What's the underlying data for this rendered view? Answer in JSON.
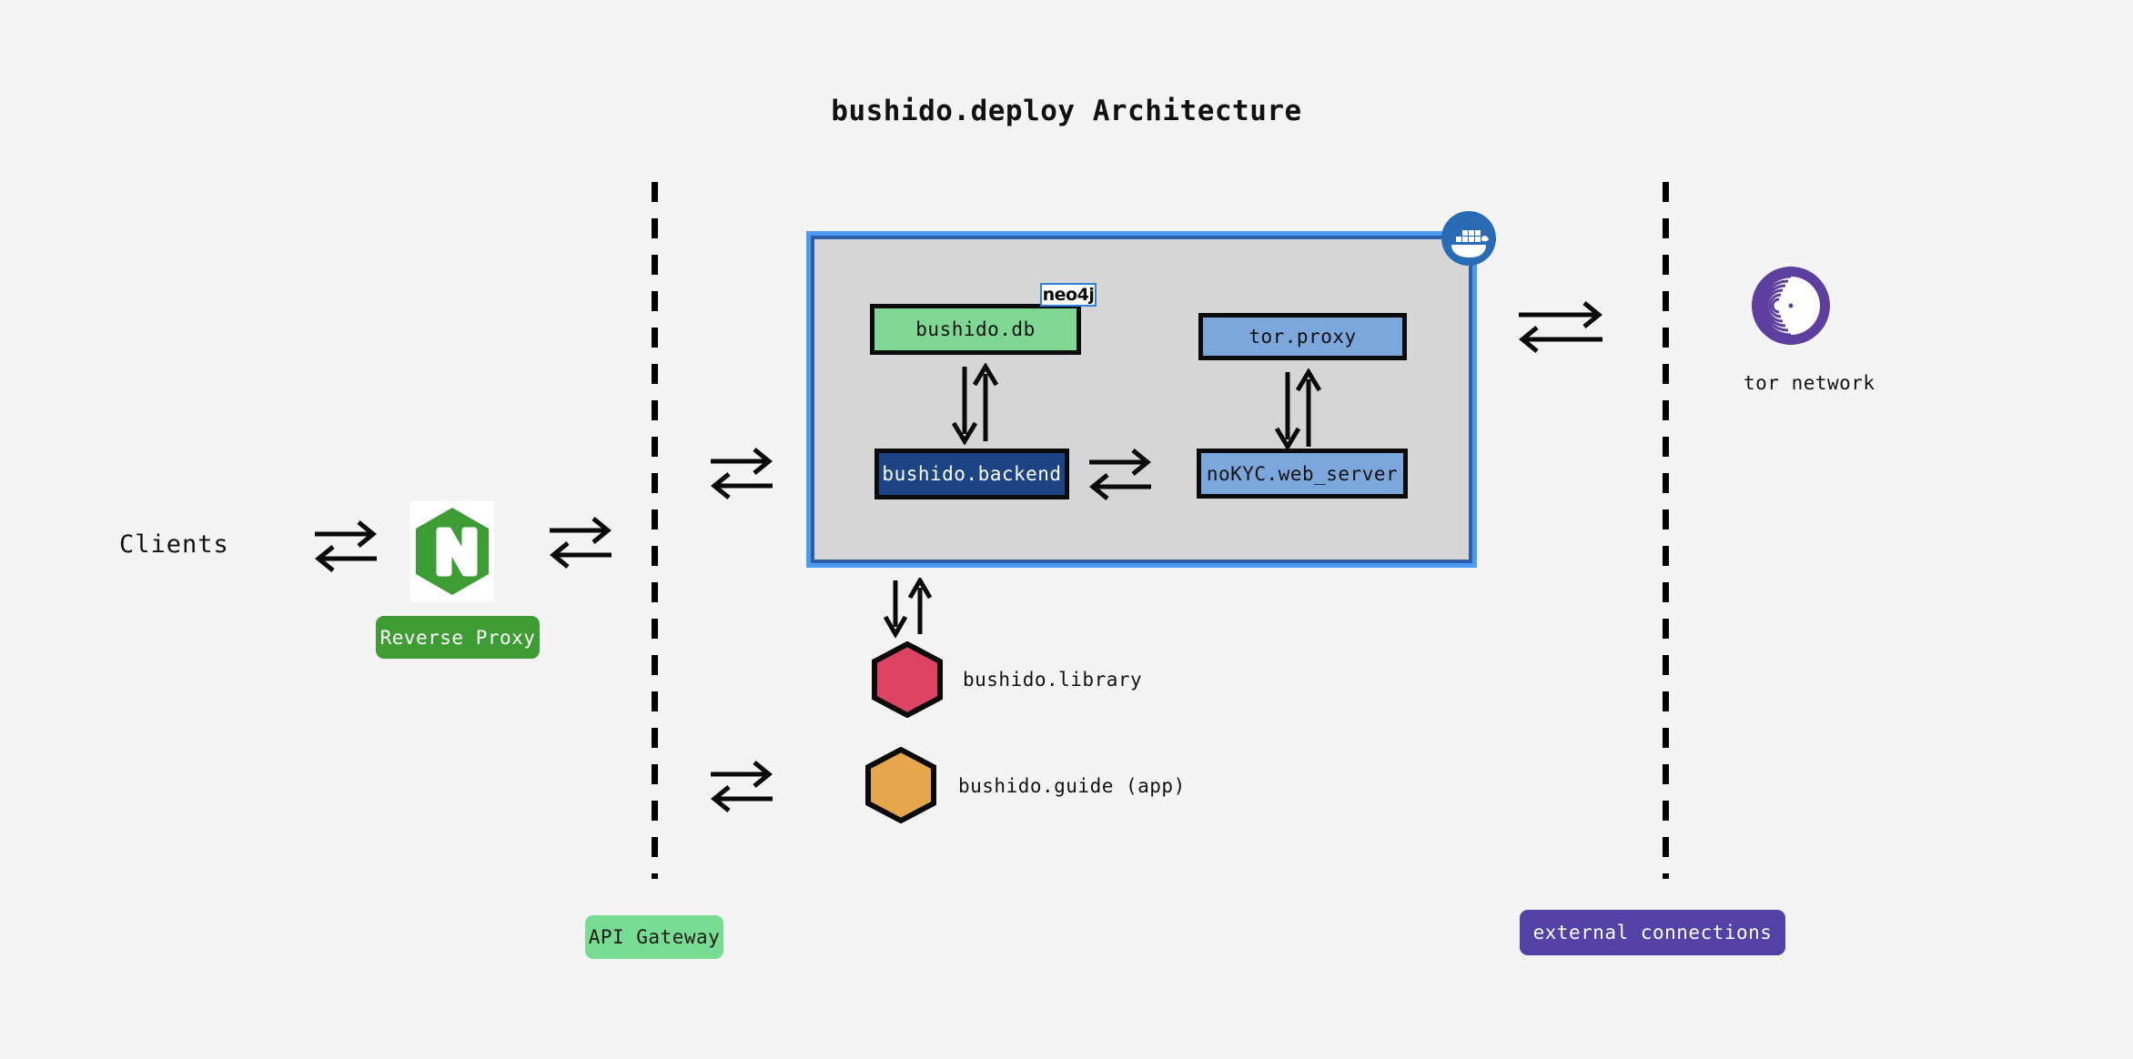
{
  "diagram": {
    "title": "bushido.deploy Architecture",
    "background_color": "#f4f4f4"
  },
  "zones": {
    "clients_label": "Clients",
    "api_gateway_label": "API Gateway",
    "api_gateway_color": "#78dd92",
    "external_connections_label": "external connections",
    "external_connections_color": "#5341a8"
  },
  "reverse_proxy": {
    "icon": "nginx-logo",
    "label": "Reverse Proxy",
    "color": "#3e9c35"
  },
  "cluster": {
    "icon": "docker-whale-icon",
    "fill_color": "#d6d6d6",
    "border_color": "#4d9bf0",
    "inner_border_color": "#2e5ea8",
    "services": [
      {
        "name": "bushido.db",
        "fill": "#7ed894",
        "text_color": "#101010",
        "badge": "neo4j"
      },
      {
        "name": "bushido.backend",
        "fill": "#1c4484",
        "text_color": "#ffffff"
      },
      {
        "name": "tor.proxy",
        "fill": "#7ba7dd",
        "text_color": "#101010"
      },
      {
        "name": "noKYC.web_server",
        "fill": "#7ba7dd",
        "text_color": "#101010"
      }
    ]
  },
  "nodes": [
    {
      "name": "bushido.library",
      "shape": "hexagon",
      "fill": "#de4362"
    },
    {
      "name": "bushido.guide (app)",
      "shape": "hexagon",
      "fill": "#e5a64c"
    }
  ],
  "external": {
    "tor_network_label": "tor network",
    "tor_icon": "tor-onion-icon",
    "tor_color": "#5c3f9e"
  },
  "connectors": {
    "clients_to_proxy": "bidirectional",
    "proxy_to_gateway": "bidirectional",
    "gateway_to_cluster": "bidirectional",
    "db_to_backend": "bidirectional",
    "torproxy_to_webserver": "bidirectional",
    "backend_to_webserver": "bidirectional",
    "cluster_to_tor": "bidirectional",
    "cluster_to_library": "bidirectional",
    "gateway_to_guide": "bidirectional"
  }
}
